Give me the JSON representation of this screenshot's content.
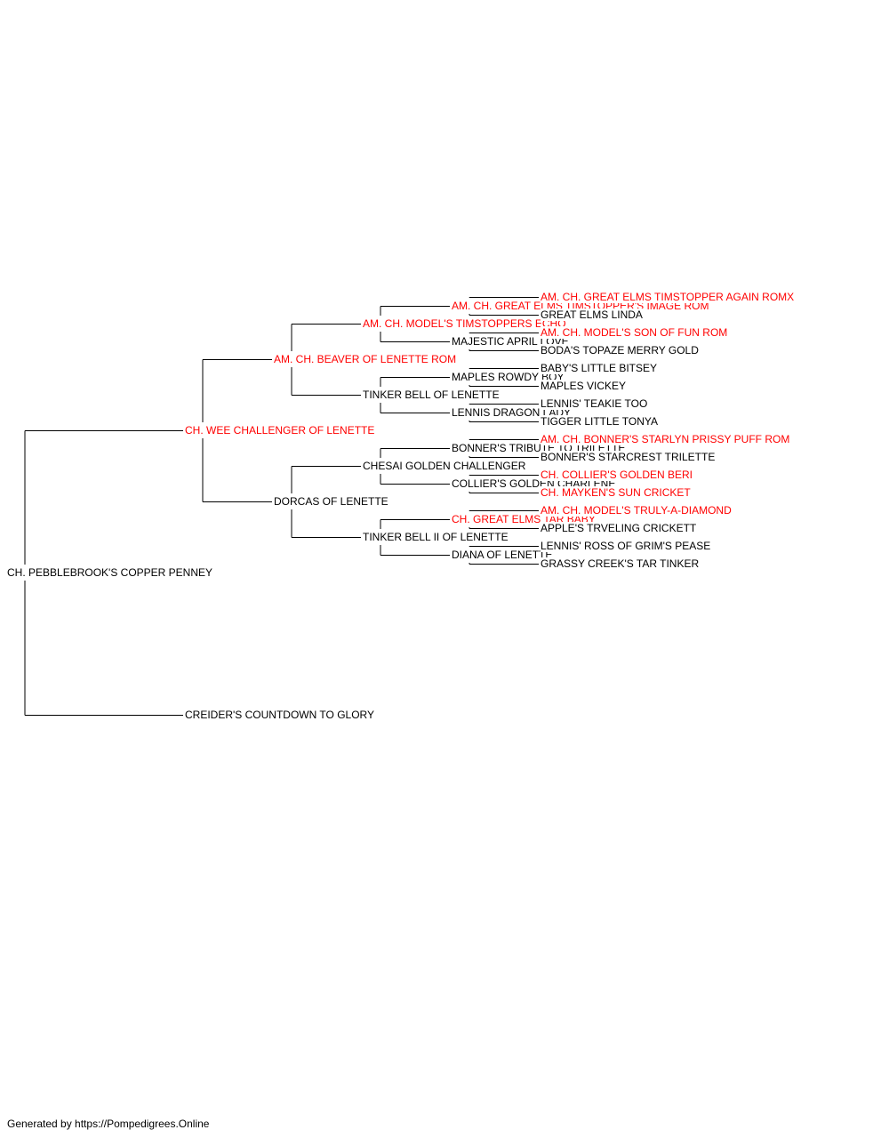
{
  "colors": {
    "champion": "#ff0000",
    "normal": "#000000",
    "line": "#000000"
  },
  "pedigree": {
    "name": "CH. PEBBLEBROOK'S COPPER PENNEY",
    "champion": false,
    "sire": {
      "name": "CH. WEE CHALLENGER OF LENETTE",
      "champion": true,
      "sire": {
        "name": "AM. CH. BEAVER OF LENETTE ROM",
        "champion": true,
        "sire": {
          "name": "AM. CH. MODEL'S TIMSTOPPERS ECHO",
          "champion": true,
          "sire": {
            "name": "AM. CH. GREAT ELMS TIMSTOPPER'S IMAGE ROM",
            "champion": true,
            "sire": {
              "name": "AM. CH. GREAT ELMS TIMSTOPPER AGAIN ROMX",
              "champion": true
            },
            "dam": {
              "name": "GREAT ELMS LINDA",
              "champion": false
            }
          },
          "dam": {
            "name": "MAJESTIC APRIL LOVE",
            "champion": false,
            "sire": {
              "name": "AM. CH. MODEL'S SON OF FUN ROM",
              "champion": true
            },
            "dam": {
              "name": "BODA'S TOPAZE MERRY GOLD",
              "champion": false
            }
          }
        },
        "dam": {
          "name": "TINKER BELL OF LENETTE",
          "champion": false,
          "sire": {
            "name": "MAPLES ROWDY BOY",
            "champion": false,
            "sire": {
              "name": "BABY'S LITTLE BITSEY",
              "champion": false
            },
            "dam": {
              "name": "MAPLES VICKEY",
              "champion": false
            }
          },
          "dam": {
            "name": "LENNIS DRAGON LADY",
            "champion": false,
            "sire": {
              "name": "LENNIS' TEAKIE TOO",
              "champion": false
            },
            "dam": {
              "name": "TIGGER LITTLE TONYA",
              "champion": false
            }
          }
        }
      },
      "dam": {
        "name": "DORCAS OF LENETTE",
        "champion": false,
        "sire": {
          "name": "CHESAI GOLDEN CHALLENGER",
          "champion": false,
          "sire": {
            "name": "BONNER'S TRIBUTE TO TRILETTE",
            "champion": false,
            "sire": {
              "name": "AM. CH. BONNER'S STARLYN PRISSY PUFF ROM",
              "champion": true
            },
            "dam": {
              "name": "BONNER'S STARCREST TRILETTE",
              "champion": false
            }
          },
          "dam": {
            "name": "COLLIER'S GOLDEN CHARLENE",
            "champion": false,
            "sire": {
              "name": "CH. COLLIER'S GOLDEN BERI",
              "champion": true
            },
            "dam": {
              "name": "CH. MAYKEN'S SUN CRICKET",
              "champion": true
            }
          }
        },
        "dam": {
          "name": "TINKER BELL II OF LENETTE",
          "champion": false,
          "sire": {
            "name": "CH. GREAT ELMS TAR BABY",
            "champion": true,
            "sire": {
              "name": "AM. CH. MODEL'S TRULY-A-DIAMOND",
              "champion": true
            },
            "dam": {
              "name": "APPLE'S TRVELING CRICKETT",
              "champion": false
            }
          },
          "dam": {
            "name": "DIANA OF LENETTE",
            "champion": false,
            "sire": {
              "name": "LENNIS' ROSS OF GRIM'S PEASE",
              "champion": false
            },
            "dam": {
              "name": "GRASSY CREEK'S TAR TINKER",
              "champion": false
            }
          }
        }
      }
    },
    "dam": {
      "name": "CREIDER'S COUNTDOWN TO GLORY",
      "champion": false
    }
  },
  "footer": "Generated by https://Pompedigrees.Online"
}
